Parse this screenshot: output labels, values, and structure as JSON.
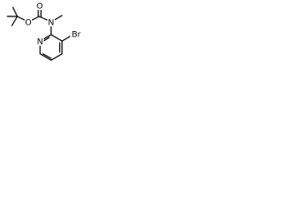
{
  "molecule": {
    "atom_color": "#000000",
    "atoms": {
      "oxygen_ester": "O",
      "oxygen_carbonyl": "O",
      "nitrogen_carbamate": "N",
      "nitrogen_pyridine": "N",
      "bromine": "Br"
    }
  }
}
